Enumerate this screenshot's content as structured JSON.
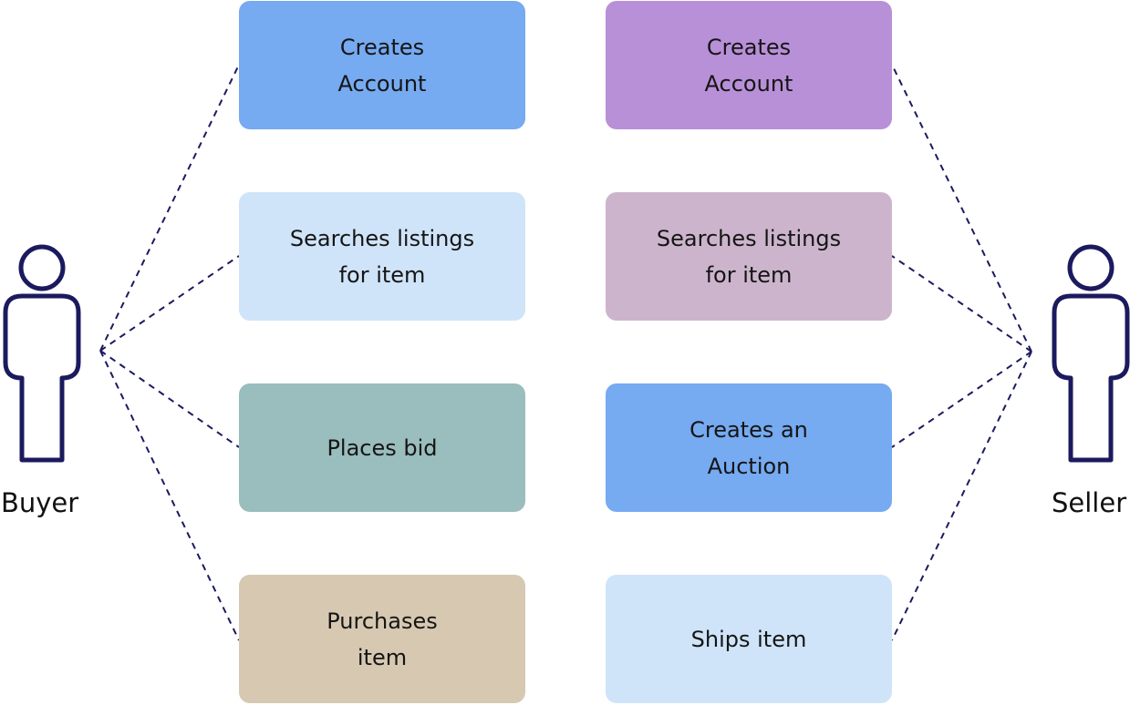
{
  "actors": {
    "buyer": {
      "label": "Buyer",
      "icon": "person-icon"
    },
    "seller": {
      "label": "Seller",
      "icon": "person-icon"
    }
  },
  "colors": {
    "actor_stroke": "#1c1a5e",
    "connector": "#1c1a5e",
    "blue": "#76aaf1",
    "light_blue": "#cfe4f9",
    "teal": "#9abdbd",
    "tan": "#d7c8b2",
    "purple": "#b890d8",
    "mauve": "#ccb5cc"
  },
  "buyer_use_cases": [
    {
      "label": "Creates\nAccount",
      "color": "#76aaf1"
    },
    {
      "label": "Searches listings\nfor item",
      "color": "#cfe4f9"
    },
    {
      "label": "Places bid",
      "color": "#9abdbd"
    },
    {
      "label": "Purchases\nitem",
      "color": "#d7c8b2"
    }
  ],
  "seller_use_cases": [
    {
      "label": "Creates\nAccount",
      "color": "#b890d8"
    },
    {
      "label": "Searches listings\nfor item",
      "color": "#ccb5cc"
    },
    {
      "label": "Creates an\nAuction",
      "color": "#76aaf1"
    },
    {
      "label": "Ships item",
      "color": "#cfe4f9"
    }
  ]
}
